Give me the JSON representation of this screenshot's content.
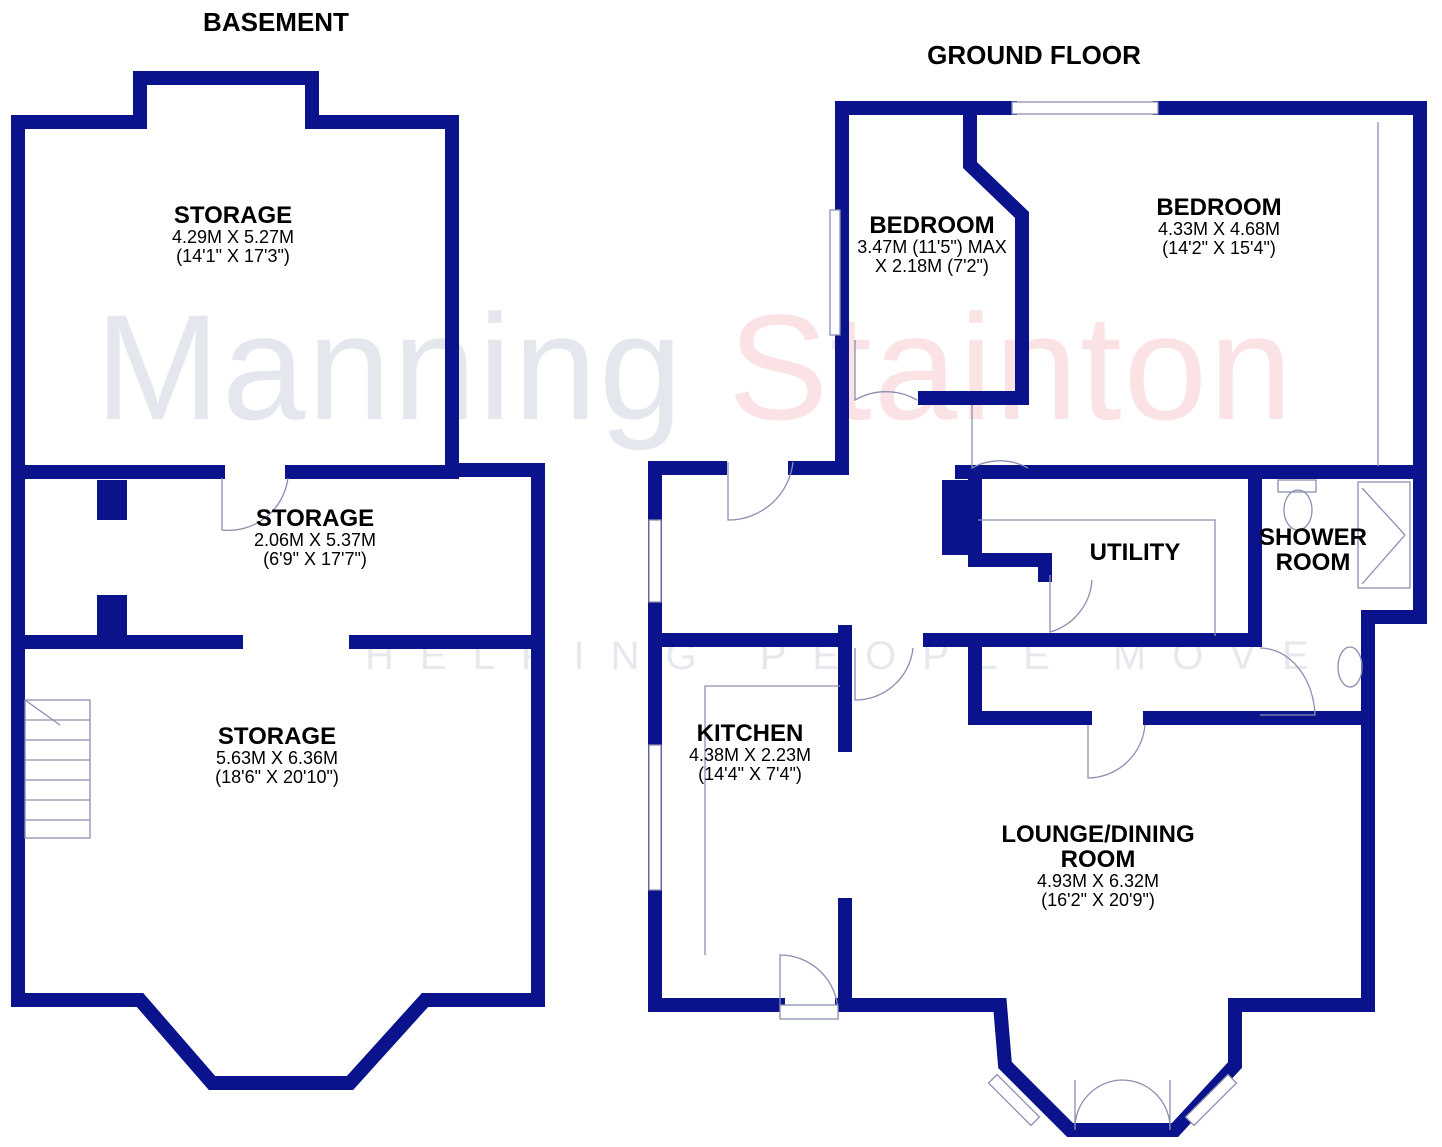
{
  "floors": {
    "basement": "BASEMENT",
    "ground": "GROUND FLOOR"
  },
  "watermark": {
    "brand_a": "Manning",
    "brand_b": "Stainton",
    "tagline": "HELPING PEOPLE MOVE"
  },
  "rooms": {
    "storage_top": {
      "name": "STORAGE",
      "metric": "4.29M X 5.27M",
      "imperial": "(14'1\" X 17'3\")"
    },
    "storage_mid": {
      "name": "STORAGE",
      "metric": "2.06M X 5.37M",
      "imperial": "(6'9\" X 17'7\")"
    },
    "storage_bottom": {
      "name": "STORAGE",
      "metric": "5.63M X 6.36M",
      "imperial": "(18'6\" X 20'10\")"
    },
    "bedroom_small": {
      "name": "BEDROOM",
      "metric": "3.47M (11'5\") MAX",
      "imperial": "X 2.18M (7'2\")"
    },
    "bedroom_large": {
      "name": "BEDROOM",
      "metric": "4.33M X 4.68M",
      "imperial": "(14'2\" X 15'4\")"
    },
    "utility": {
      "name": "UTILITY"
    },
    "shower": {
      "name": "SHOWER",
      "name2": "ROOM"
    },
    "kitchen": {
      "name": "KITCHEN",
      "metric": "4.38M X 2.23M",
      "imperial": "(14'4\" X 7'4\")"
    },
    "lounge": {
      "name": "LOUNGE/DINING",
      "name2": "ROOM",
      "metric": "4.93M X 6.32M",
      "imperial": "(16'2\" X 20'9\")"
    }
  },
  "colors": {
    "wall": "#0a128c"
  }
}
